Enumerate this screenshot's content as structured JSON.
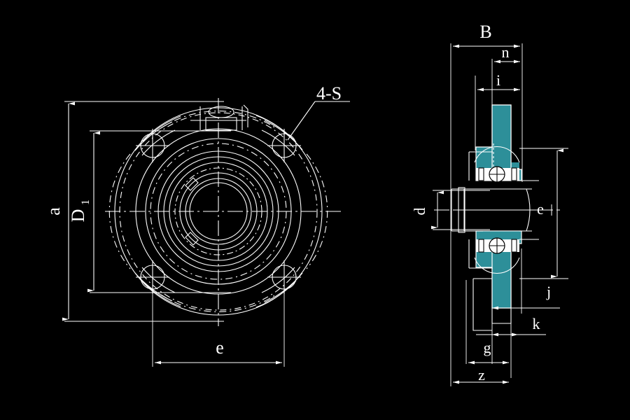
{
  "drawing": {
    "type": "engineering-drawing",
    "subject": "Four-bolt round flange bearing unit (FC type)",
    "background_color": "#000000",
    "line_color": "#ffffff",
    "section_fill_color": "#2d8f99",
    "views": [
      "front-view",
      "section-view"
    ]
  },
  "front_view": {
    "name": "front-view",
    "dimension_labels": {
      "a": "a",
      "d1_letter": "D",
      "d1_sub": "1",
      "e": "e"
    },
    "callouts": {
      "bolt_holes": "4-S"
    },
    "bolt_hole_count": 4,
    "circles": [
      {
        "name": "outer-flange",
        "r": 148
      },
      {
        "name": "flange-bolt-circle",
        "r": 118
      },
      {
        "name": "housing-outer",
        "r": 100
      },
      {
        "name": "housing-inner",
        "r": 86
      },
      {
        "name": "bearing-outer",
        "r": 74
      },
      {
        "name": "bearing-ring",
        "r": 64
      },
      {
        "name": "inner-race",
        "r": 52
      },
      {
        "name": "bore",
        "r": 42
      }
    ]
  },
  "section_view": {
    "name": "section-view",
    "dimension_labels": {
      "B": "B",
      "n": "n",
      "i": "i",
      "d": "d",
      "e": "e",
      "j": "j",
      "k": "k",
      "g": "g",
      "z": "z"
    }
  },
  "labels_all": [
    "a",
    "D1",
    "e",
    "4-S",
    "B",
    "n",
    "i",
    "d",
    "e",
    "j",
    "k",
    "g",
    "z"
  ]
}
